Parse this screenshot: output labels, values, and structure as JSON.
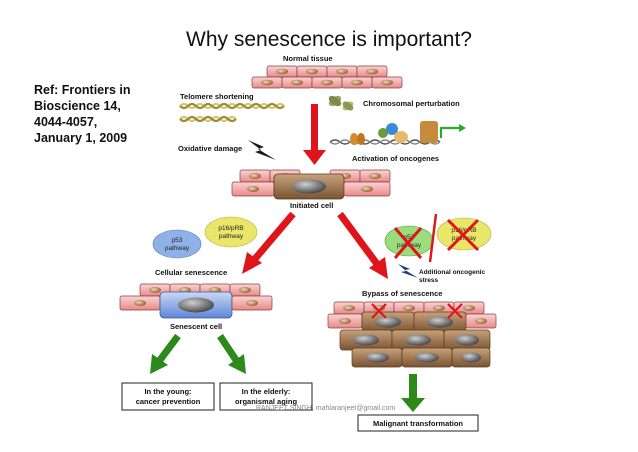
{
  "title": "Why senescence is important?",
  "reference": [
    "Ref: Frontiers in",
    "Bioscience 14,",
    "4044-4057,",
    "January 1, 2009"
  ],
  "diagram": {
    "normal_tissue": "Normal tissue",
    "telomere_shortening": "Telomere shortening",
    "chromosomal_perturbation": "Chromosomal perturbation",
    "oxidative_damage": "Oxidative damage",
    "activation_of_oncogenes": "Activation of oncogenes",
    "initiated_cell": "Initiated cell",
    "p53_pathway": [
      "p53",
      "pathway"
    ],
    "p16_prb_pathway": [
      "p16/pRB",
      "pathway"
    ],
    "cellular_senescence": "Cellular senescence",
    "senescent_cell": "Senescent cell",
    "additional_oncogenic_stress": [
      "Additional oncogenic",
      "stress"
    ],
    "bypass_of_senescence": "Bypass of senescence",
    "in_the_young": [
      "In the young:",
      "cancer prevention"
    ],
    "in_the_elderly": [
      "In the elderly:",
      "organismal aging"
    ],
    "malignant_transformation": "Malignant transformation",
    "bypass_p53": [
      "p53",
      "pathway"
    ],
    "bypass_p16": [
      "p16/pRB",
      "pathway"
    ]
  },
  "footer": "RANJEET SINGH, mahlaranjeet@gmail.com",
  "colors": {
    "arrow_red": "#e0151b",
    "arrow_green": "#2b8a1a",
    "cell_pink": "#f2a3a3",
    "p53_bubble": "#8fb1e8",
    "p16_bubble": "#e9e66a",
    "bypass_bubble": "#9bdc7c"
  }
}
